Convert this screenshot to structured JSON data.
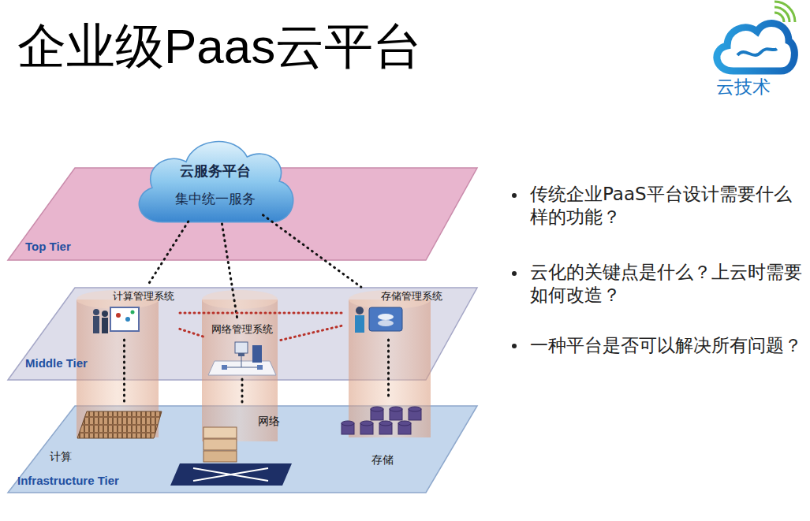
{
  "diagram": {
    "title": "企业级Paas云平台",
    "nodes": [
      {
        "text": [
          "Top Tier"
        ]
      },
      {
        "text": [
          "云服务平台",
          "集中统一服务"
        ],
        "in": 0
      },
      {
        "text": [
          "Middle Tier"
        ]
      },
      {
        "text": [
          "计算管理系统"
        ],
        "in": 2
      },
      {
        "text": [
          "网络管理系统"
        ],
        "in": 2
      },
      {
        "text": [
          "存储管理系统"
        ],
        "in": 2
      },
      {
        "text": [
          "Infrastructure Tier"
        ]
      },
      {
        "text": [
          "计算"
        ],
        "in": 6
      },
      {
        "text": [
          "网络"
        ],
        "in": 6
      },
      {
        "text": [
          "存储"
        ],
        "in": 6
      }
    ],
    "edges": [
      {
        "from": 1,
        "to": 3,
        "arrow": "none"
      },
      {
        "from": 1,
        "to": 4,
        "arrow": "none"
      },
      {
        "from": 1,
        "to": 5,
        "arrow": "none"
      },
      {
        "from": 3,
        "to": 4,
        "arrow": "none"
      },
      {
        "from": 4,
        "to": 5,
        "arrow": "none"
      },
      {
        "from": 3,
        "to": 5,
        "arrow": "none"
      },
      {
        "from": 3,
        "to": 7,
        "arrow": "none"
      },
      {
        "from": 4,
        "to": 8,
        "arrow": "none"
      },
      {
        "from": 5,
        "to": 9,
        "arrow": "none"
      }
    ],
    "labels": [
      "云技术",
      "传统企业PaaS平台设计需要什么样的功能？",
      "云化的关键点是什么？上云时需要如何改造？",
      "一种平台是否可以解决所有问题？"
    ]
  }
}
